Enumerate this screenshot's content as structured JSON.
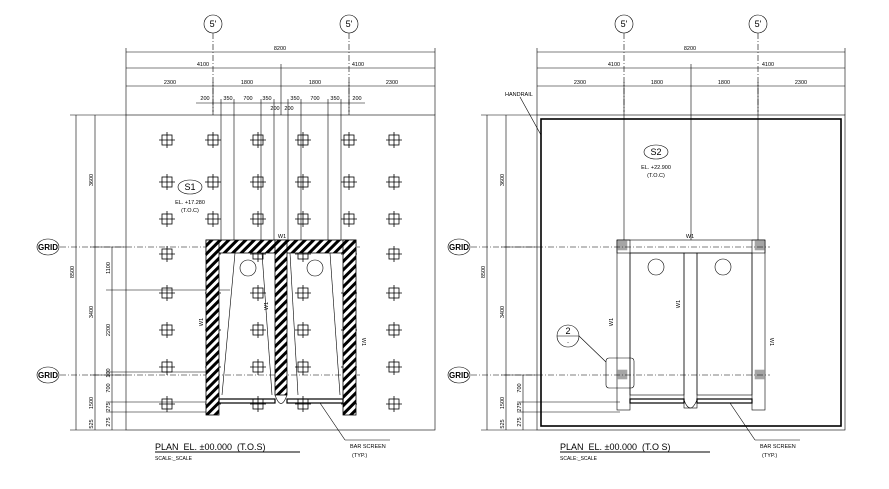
{
  "colors": {
    "line": "#000000",
    "background": "#ffffff"
  },
  "grid_top": "5'",
  "grid_left": "GRID",
  "dims": {
    "total": "8200",
    "half": "4100",
    "segments": [
      "2300",
      "1800",
      "1800",
      "2300"
    ],
    "small": [
      "200",
      "350",
      "700",
      "350",
      "200",
      "200",
      "350",
      "700",
      "350",
      "200"
    ],
    "vertical_total": "8500",
    "vertical_top": "3600",
    "vertical_mid": "3400",
    "vertical_mid_parts": [
      "1100",
      "2200",
      "100",
      "700"
    ],
    "vertical_bottom": [
      "1500",
      "275",
      "700",
      "525",
      "275"
    ]
  },
  "left": {
    "tag": "S1",
    "elevation": "EL. +17.280",
    "toc": "(T.O.C)",
    "wall": "W1",
    "title": "PLAN_EL. ±00.000_(T.O.S)",
    "scale": "SCALE:_SCALE",
    "note_1": "BAR SCREEN",
    "note_2": "(TYP.)"
  },
  "right": {
    "tag": "S2",
    "elevation": "EL. +22.900",
    "toc": "(T.O.C)",
    "wall": "W1",
    "handrail": "HANDRAIL",
    "detail_num": "2",
    "detail_sheet": "-",
    "title": "PLAN_EL. ±00.000_(T.O S)",
    "scale": "SCALE:_SCALE",
    "note_1": "BAR SCREEN",
    "note_2": "(TYP.)"
  }
}
